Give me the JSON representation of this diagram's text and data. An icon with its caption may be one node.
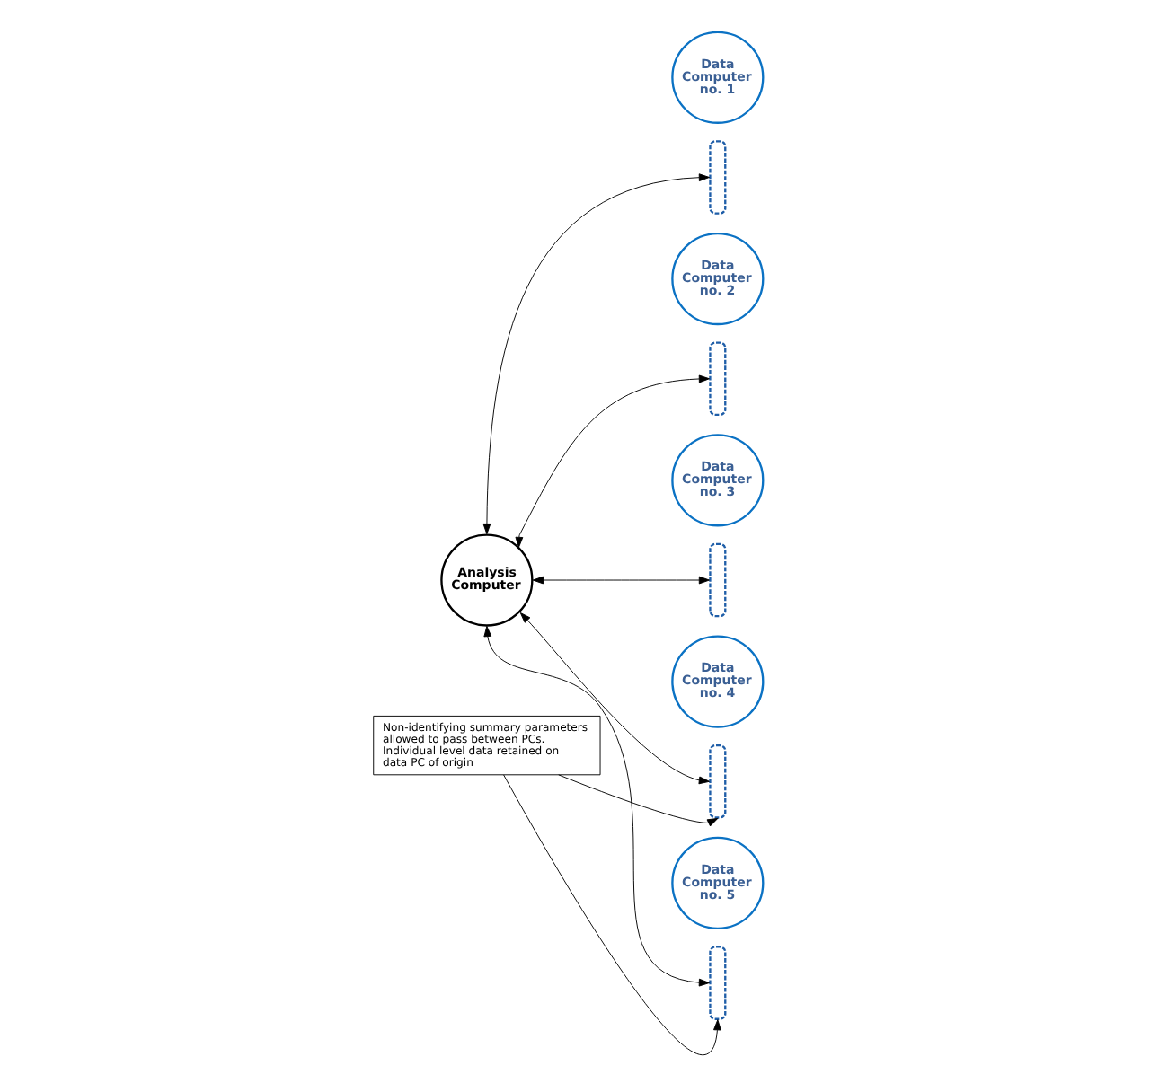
{
  "diagram": {
    "nodes": [
      {
        "text": [
          "Data Computer no. 1"
        ]
      },
      {
        "text": [
          "Data Computer no. 2"
        ]
      },
      {
        "text": [
          "Data Computer no. 3"
        ]
      },
      {
        "text": [
          "Data Computer no. 4"
        ]
      },
      {
        "text": [
          "Data Computer no. 5"
        ]
      },
      {
        "text": [
          "Analysis Computer"
        ]
      },
      {
        "text": [],
        "shape": "arc"
      },
      {
        "text": [],
        "shape": "arc"
      },
      {
        "text": [],
        "shape": "arc"
      },
      {
        "text": [],
        "shape": "arc"
      },
      {
        "text": [],
        "shape": "arc"
      },
      {
        "text": [
          "Non-identifying summary parameters allowed to pass between PCs.",
          "Individual level data retained on data PC of origin"
        ]
      }
    ],
    "edges": [
      {
        "from": 5,
        "to": 6,
        "arrow": "both"
      },
      {
        "from": 5,
        "to": 7,
        "arrow": "both"
      },
      {
        "from": 5,
        "to": 8,
        "arrow": "both"
      },
      {
        "from": 5,
        "to": 9,
        "arrow": "both"
      },
      {
        "from": 5,
        "to": 10,
        "arrow": "both"
      },
      {
        "from": 11,
        "to": 10,
        "arrow": "to"
      },
      {
        "from": 11,
        "to": 9,
        "arrow": "to"
      }
    ]
  }
}
